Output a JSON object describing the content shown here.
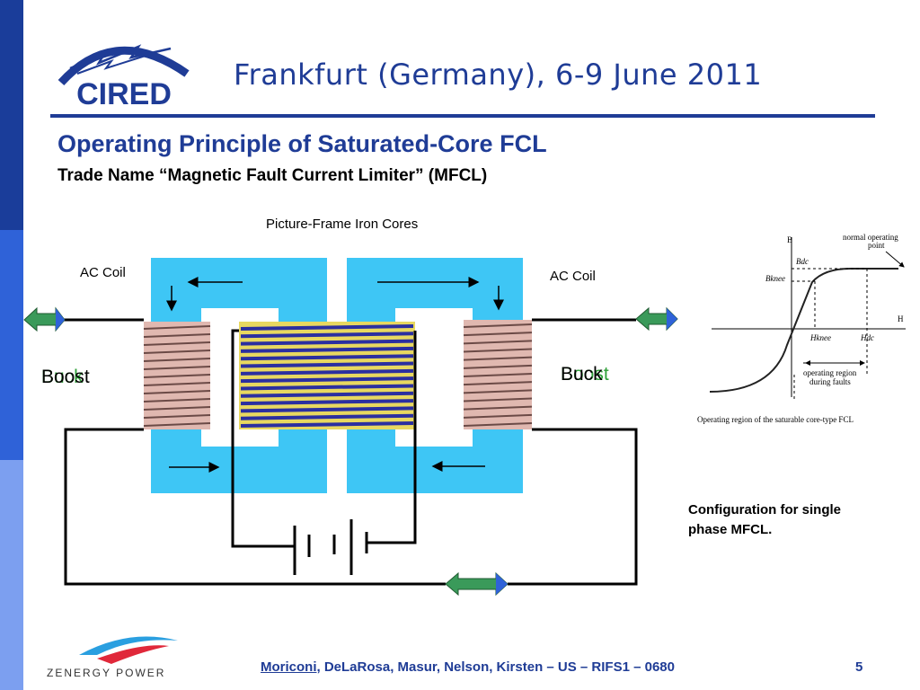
{
  "header": {
    "logo_text": "CIRED",
    "conference": "Frankfurt (Germany), 6-9 June 2011"
  },
  "slide": {
    "title": "Operating Principle of Saturated-Core FCL",
    "subtitle": "Trade Name “Magnetic Fault Current Limiter” (MFCL)"
  },
  "diagram": {
    "cores_label": "Picture-Frame Iron Cores",
    "left_coil_label": "AC Coil",
    "right_coil_label": "AC Coil",
    "left_boost_label": "Boost",
    "left_buck_label": "Buck",
    "right_buck_label": "Buck",
    "right_boost_label": "Boost"
  },
  "graph": {
    "y_axis": "B",
    "x_axis": "H",
    "bdc": "Bdc",
    "bknee": "Bknee",
    "hknee": "Hknee",
    "hdc": "Hdc",
    "normal_point_line1": "normal operating",
    "normal_point_line2": "point",
    "region_line1": "operating region",
    "region_line2": "during faults",
    "caption": "Operating region of the saturable core-type FCL"
  },
  "config_caption": "Configuration for single phase MFCL.",
  "footer": {
    "lead_author": "Moriconi",
    "rest": ", DeLaRosa, Masur, Nelson, Kirsten – US – RIFS1 – 0680",
    "page": "5",
    "sponsor_logo": "ZENERGY POWER"
  },
  "colors": {
    "brand_blue": "#1f3c96",
    "core_cyan": "#3ec6f5",
    "arrow_green": "#3a9a5a",
    "label_green": "#2ea038"
  }
}
